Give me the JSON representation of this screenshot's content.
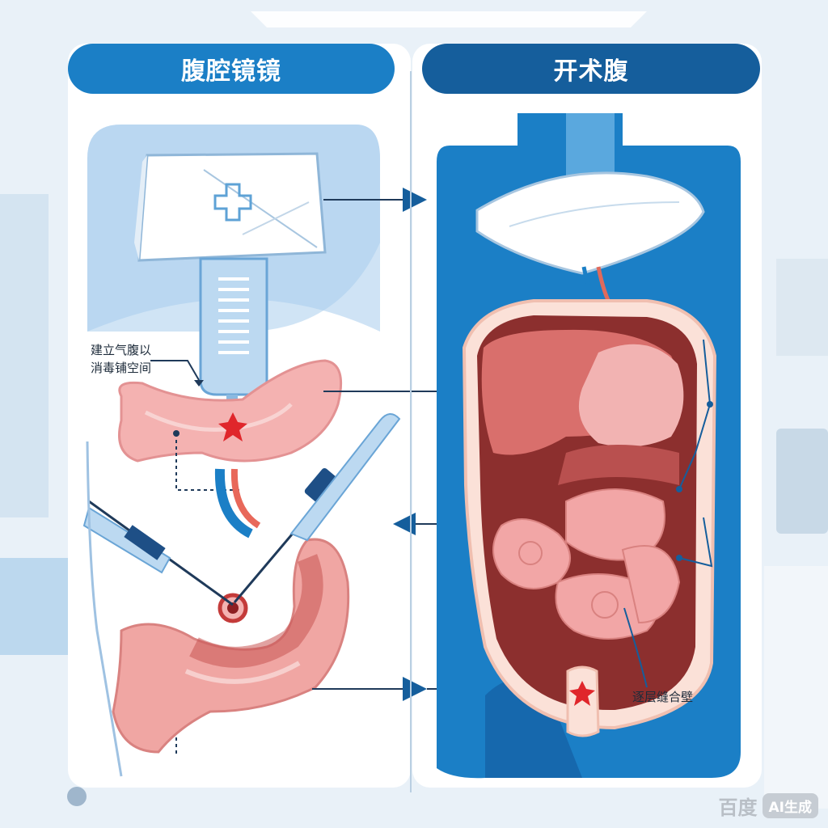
{
  "panels": {
    "left": {
      "title": "腹腔镜镜",
      "label_lines": [
        "建立气腹以",
        "消毒铺空间"
      ]
    },
    "right": {
      "title": "开术腹",
      "label": "逐层缝合壁"
    }
  },
  "watermark": {
    "brand": "百度",
    "badge": "AI生成"
  },
  "colors": {
    "primary_blue": "#1b7fc6",
    "dark_blue": "#155e9c",
    "organ_pink": "#f2a6a6",
    "organ_red": "#b9504f",
    "incision_red": "#e0262b"
  },
  "icons": {
    "gauze": "gauze-pad-icon",
    "plus": "medical-cross-icon",
    "incision": "incision-star-icon"
  }
}
